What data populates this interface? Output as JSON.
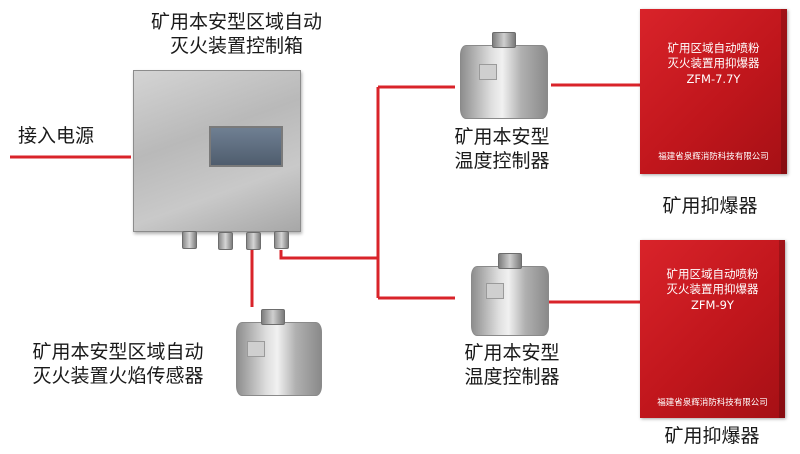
{
  "labels": {
    "controller": [
      "矿用本安型区域自动",
      "灭火装置控制箱"
    ],
    "power": "接入电源",
    "temp_top": [
      "矿用本安型",
      "温度控制器"
    ],
    "temp_bottom": [
      "矿用本安型",
      "温度控制器"
    ],
    "flame_sensor": [
      "矿用本安型区域自动",
      "灭火装置火焰传感器"
    ],
    "suppressor_top": "矿用抑爆器",
    "suppressor_bottom": "矿用抑爆器"
  },
  "boxes": {
    "top": {
      "line1": "矿用区域自动喷粉",
      "line2": "灭火装置用抑爆器",
      "model": "ZFM-7.7Y",
      "maker": "福建省泉辉消防科技有限公司"
    },
    "bottom": {
      "line1": "矿用区域自动喷粉",
      "line2": "灭火装置用抑爆器",
      "model": "ZFM-9Y",
      "maker": "福建省泉辉消防科技有限公司"
    }
  },
  "colors": {
    "wire": "#d9232a",
    "box_red": "#c8191f",
    "text": "#1a1a1a"
  }
}
